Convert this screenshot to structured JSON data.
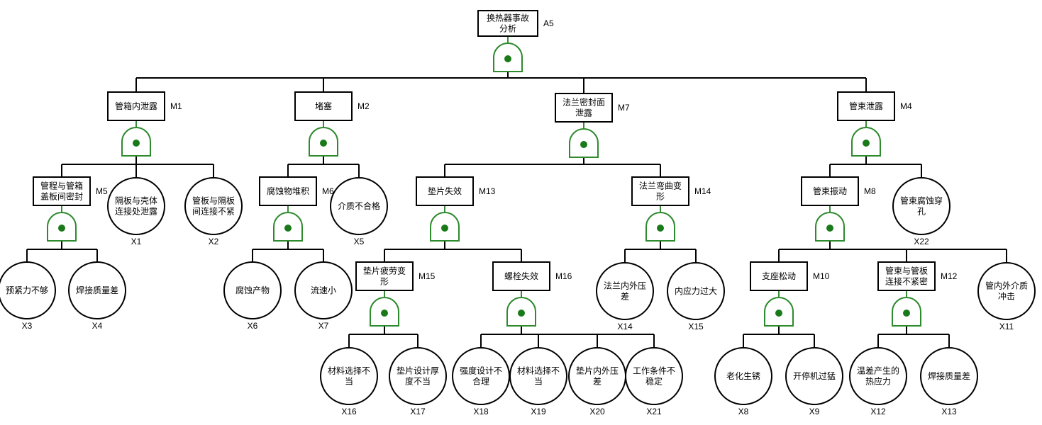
{
  "diagram": {
    "type": "fault-tree",
    "gate_type": "AND",
    "colors": {
      "gate": "#2d8a2d",
      "gate_dot": "#1a7a1a",
      "line": "#000000"
    },
    "nodes": [
      {
        "id": "A5",
        "kind": "top",
        "lines": [
          "换热器事故",
          "分析"
        ],
        "parent": null
      },
      {
        "id": "M1",
        "kind": "intermediate",
        "lines": [
          "管箱内泄露"
        ],
        "parent": "A5"
      },
      {
        "id": "M2",
        "kind": "intermediate",
        "lines": [
          "堵塞"
        ],
        "parent": "A5"
      },
      {
        "id": "M7",
        "kind": "intermediate",
        "lines": [
          "法兰密封面",
          "泄露"
        ],
        "parent": "A5"
      },
      {
        "id": "M4",
        "kind": "intermediate",
        "lines": [
          "管束泄露"
        ],
        "parent": "A5"
      },
      {
        "id": "M5",
        "kind": "intermediate",
        "lines": [
          "管程与管箱",
          "盖板间密封"
        ],
        "parent": "M1"
      },
      {
        "id": "X1",
        "kind": "basic",
        "lines": [
          "隔板与壳体",
          "连接处泄露"
        ],
        "parent": "M1"
      },
      {
        "id": "X2",
        "kind": "basic",
        "lines": [
          "管板与隔板",
          "间连接不紧"
        ],
        "parent": "M1"
      },
      {
        "id": "X3",
        "kind": "basic",
        "lines": [
          "预紧力不够"
        ],
        "parent": "M5"
      },
      {
        "id": "X4",
        "kind": "basic",
        "lines": [
          "焊接质量差"
        ],
        "parent": "M5"
      },
      {
        "id": "M6",
        "kind": "intermediate",
        "lines": [
          "腐蚀物堆积"
        ],
        "parent": "M2"
      },
      {
        "id": "X5",
        "kind": "basic",
        "lines": [
          "介质不合格"
        ],
        "parent": "M2"
      },
      {
        "id": "X6",
        "kind": "basic",
        "lines": [
          "腐蚀产物"
        ],
        "parent": "M6"
      },
      {
        "id": "X7",
        "kind": "basic",
        "lines": [
          "流速小"
        ],
        "parent": "M6"
      },
      {
        "id": "M13",
        "kind": "intermediate",
        "lines": [
          "垫片失效"
        ],
        "parent": "M7"
      },
      {
        "id": "M14",
        "kind": "intermediate",
        "lines": [
          "法兰弯曲变",
          "形"
        ],
        "parent": "M7"
      },
      {
        "id": "M15",
        "kind": "intermediate",
        "lines": [
          "垫片疲劳变",
          "形"
        ],
        "parent": "M13"
      },
      {
        "id": "M16",
        "kind": "intermediate",
        "lines": [
          "螺栓失效"
        ],
        "parent": "M13"
      },
      {
        "id": "X16",
        "kind": "basic",
        "lines": [
          "材料选择不",
          "当"
        ],
        "parent": "M15"
      },
      {
        "id": "X17",
        "kind": "basic",
        "lines": [
          "垫片设计厚",
          "度不当"
        ],
        "parent": "M15"
      },
      {
        "id": "X18",
        "kind": "basic",
        "lines": [
          "强度设计不",
          "合理"
        ],
        "parent": "M16"
      },
      {
        "id": "X19",
        "kind": "basic",
        "lines": [
          "材料选择不",
          "当"
        ],
        "parent": "M16"
      },
      {
        "id": "X20",
        "kind": "basic",
        "lines": [
          "垫片内外压",
          "差"
        ],
        "parent": "M16"
      },
      {
        "id": "X21",
        "kind": "basic",
        "lines": [
          "工作条件不",
          "稳定"
        ],
        "parent": "M16"
      },
      {
        "id": "X14",
        "kind": "basic",
        "lines": [
          "法兰内外压",
          "差"
        ],
        "parent": "M14"
      },
      {
        "id": "X15",
        "kind": "basic",
        "lines": [
          "内应力过大"
        ],
        "parent": "M14"
      },
      {
        "id": "M8",
        "kind": "intermediate",
        "lines": [
          "管束振动"
        ],
        "parent": "M4"
      },
      {
        "id": "X22",
        "kind": "basic",
        "lines": [
          "管束腐蚀穿",
          "孔"
        ],
        "parent": "M4"
      },
      {
        "id": "M10",
        "kind": "intermediate",
        "lines": [
          "支座松动"
        ],
        "parent": "M8"
      },
      {
        "id": "M12",
        "kind": "intermediate",
        "lines": [
          "管束与管板",
          "连接不紧密"
        ],
        "parent": "M8"
      },
      {
        "id": "X11",
        "kind": "basic",
        "lines": [
          "管内外介质",
          "冲击"
        ],
        "parent": "M8"
      },
      {
        "id": "X8",
        "kind": "basic",
        "lines": [
          "老化生锈"
        ],
        "parent": "M10"
      },
      {
        "id": "X9",
        "kind": "basic",
        "lines": [
          "开停机过猛"
        ],
        "parent": "M10"
      },
      {
        "id": "X12",
        "kind": "basic",
        "lines": [
          "温差产生的",
          "热应力"
        ],
        "parent": "M12"
      },
      {
        "id": "X13",
        "kind": "basic",
        "lines": [
          "焊接质量差"
        ],
        "parent": "M12"
      }
    ]
  }
}
